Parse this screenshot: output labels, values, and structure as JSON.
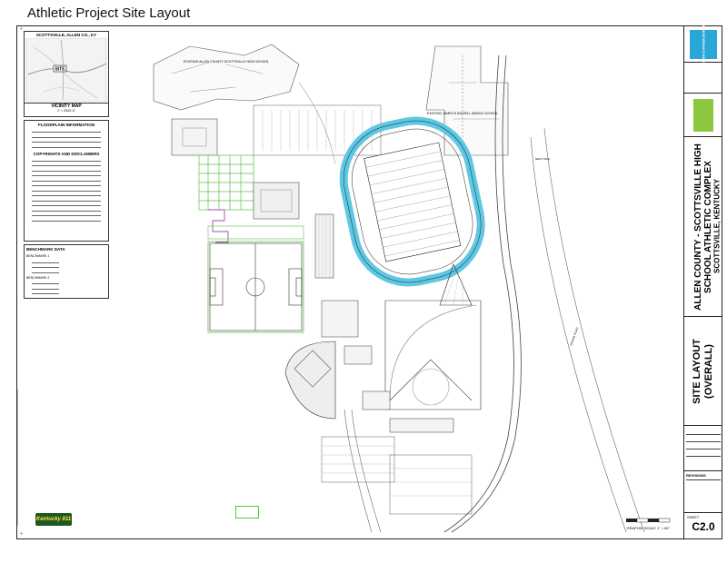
{
  "page": {
    "title": "Athletic Project Site Layout"
  },
  "vicinity": {
    "header": "SCOTTSVILLE, ALLEN CO., KY",
    "site_label": "SITE",
    "map_title": "VICINITY MAP",
    "scale": "1\" = 2000'-0\""
  },
  "notes": {
    "floodplain_title": "FLOODPLAIN INFORMATION",
    "copyright_title": "COPYRIGHTS AND DISCLAIMERS",
    "benchmark_title": "BENCHMARK DATA",
    "bm1": "BENCHMARK 1",
    "bm2": "BENCHMARK 2"
  },
  "plan_labels": {
    "high_school": "EXISTING ALLEN COUNTY SCOTTSVILLE HIGH SCHOOL",
    "middle_school": "EXISTING JAMES E BAZZELL MIDDLE SCHOOL",
    "road_a": "GRAVEL ROAD",
    "road_b": "NEW TRAIL"
  },
  "title_block": {
    "firm": "SHERMAN CARTER BARNHART",
    "project": "ALLEN COUNTY - SCOTTSVILLE HIGH SCHOOL ATHLETIC COMPLEX",
    "location": "SCOTTSVILLE, KENTUCKY",
    "sheet_title": "SITE LAYOUT (OVERALL)",
    "sheet_label": "SHEET",
    "sheet_number": "C2.0",
    "revisions": "REVISIONS"
  },
  "scale_bar": {
    "label": "GRAPHIC SCALE 1\" = 80'"
  },
  "kentucky_811": "Kentucky 811",
  "colors": {
    "track": "#5ec8e4",
    "green_field": "#5cbf4a",
    "purple_path": "#a04fa8",
    "logo_blue": "#29a7d9",
    "logo_green": "#8dc63f"
  }
}
